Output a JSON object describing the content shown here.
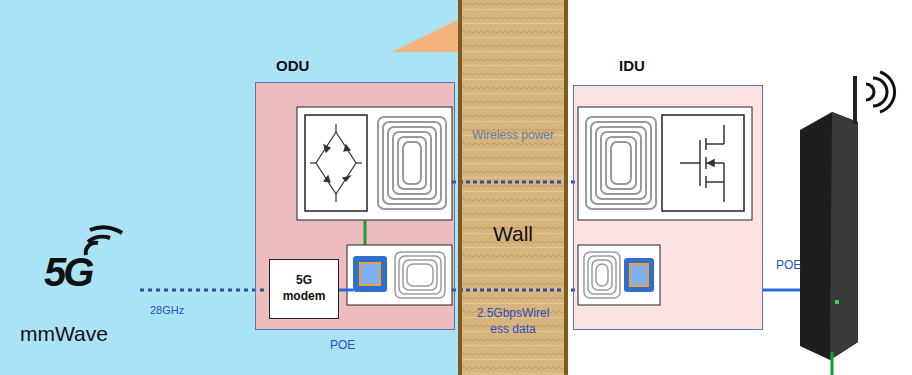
{
  "diagram": {
    "nodes": [
      {
        "text": [
          "ODU"
        ]
      },
      {
        "text": [
          "5G modem"
        ],
        "in": 0
      },
      {
        "text": [
          "Wireless power",
          "Wall",
          "2.5GbpsWireless data"
        ]
      },
      {
        "text": [
          "IDU"
        ]
      }
    ],
    "labels": [
      "POE",
      "POE",
      "28GHz",
      "5G",
      "mmWave"
    ]
  }
}
